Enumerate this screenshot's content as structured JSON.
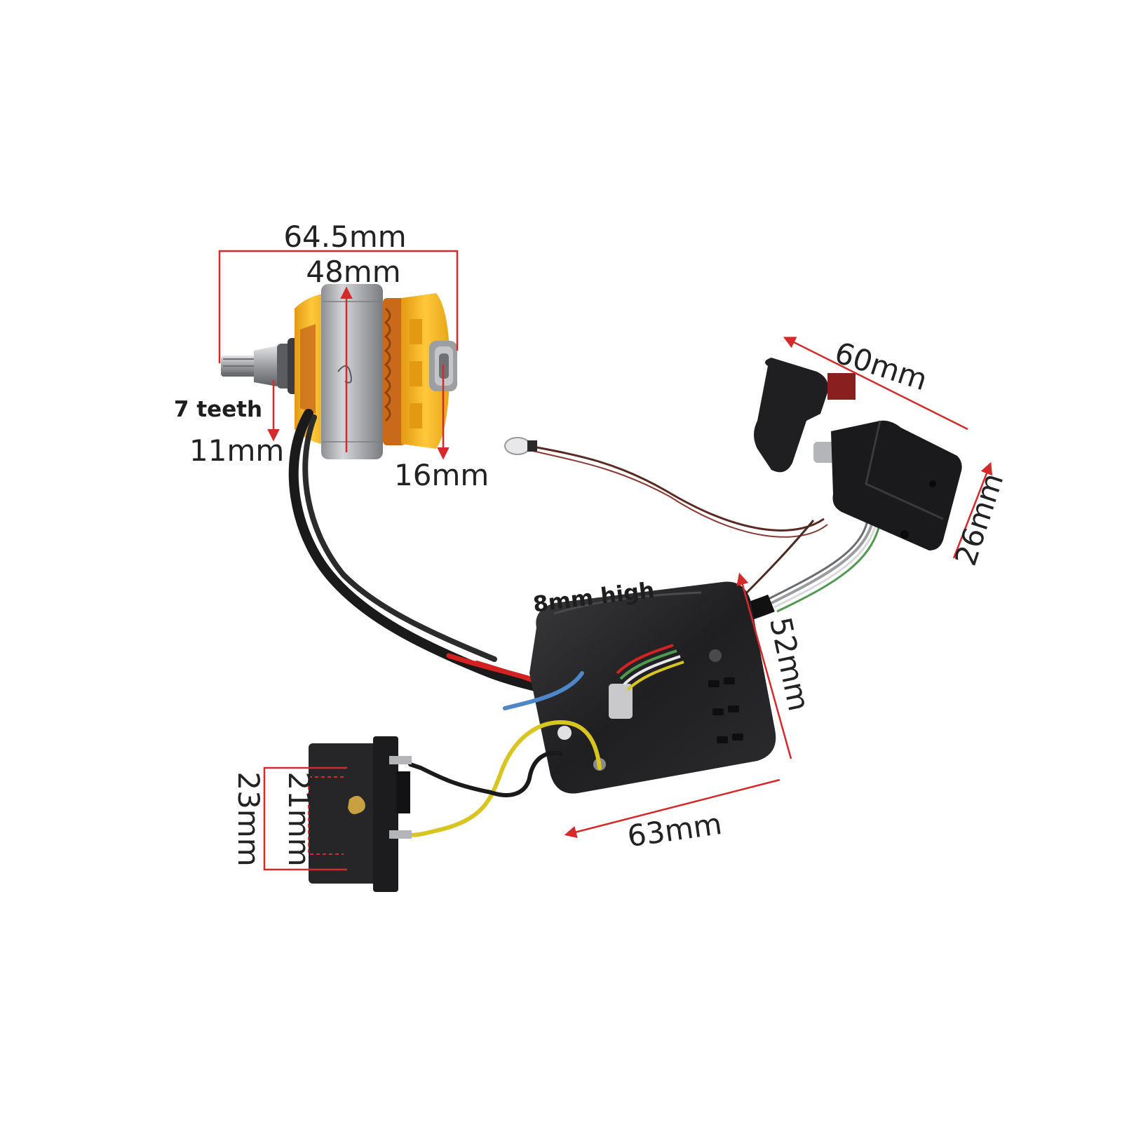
{
  "dimensions": {
    "motor_overall_length": "64.5mm",
    "stator_diameter": "48mm",
    "gear_teeth": "7 teeth",
    "shaft_gear_diameter": "11mm",
    "bearing_diameter": "16mm",
    "switch_length": "60mm",
    "switch_height": "26mm",
    "board_height": "8mm high",
    "board_width": "52mm",
    "board_length": "63mm",
    "terminal_inner_spacing": "21mm",
    "terminal_outer_spacing": "23mm"
  },
  "colors": {
    "dimension_line": "#d62a2a",
    "motor_housing": "#f2b01e",
    "stator": "#a9aaad",
    "copper_winding": "#c86a1a",
    "plastic_parts": "#2a2a2a",
    "wire_red": "#d32222",
    "wire_blue": "#4d86c9",
    "wire_yellow": "#d9c521",
    "wire_black": "#1a1a1a"
  }
}
